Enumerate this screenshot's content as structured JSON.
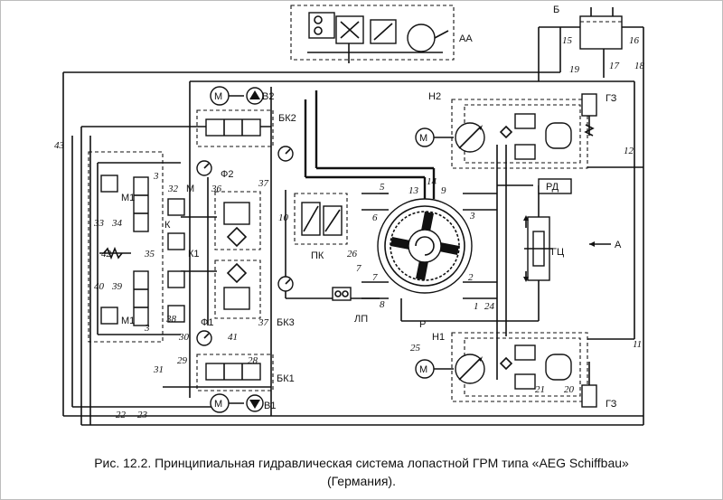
{
  "caption": {
    "line1": "Рис. 12.2. Принципиальная гидравлическая система лопастной ГРМ типа «AEG Schiffbau»",
    "line2": "(Германия)."
  },
  "labels": {
    "AA": "АА",
    "B": "Б",
    "n15": "15",
    "n16": "16",
    "n17": "17",
    "n18": "18",
    "n19": "19",
    "BK2": "БК2",
    "H2": "Н2",
    "G3top": "ГЗ",
    "n12": "12",
    "M_b2": "М",
    "B2": "В2",
    "n43": "43",
    "n3a": "3",
    "M1a": "М1",
    "n32": "32",
    "Mlbl": "М",
    "F2": "Ф2",
    "n36": "36",
    "n37a": "37",
    "n33": "33",
    "n34": "34",
    "K": "К",
    "K1": "К1",
    "n35": "35",
    "n42": "42",
    "n40": "40",
    "n39": "39",
    "M1b": "М1",
    "n3b": "3",
    "n38": "38",
    "F1": "Ф1",
    "n37b": "37",
    "BK3": "БК3",
    "n30": "30",
    "n41": "41",
    "n29": "29",
    "n28": "28",
    "BK1": "БК1",
    "M_b1": "М",
    "B1": "В1",
    "n31": "31",
    "n22": "22",
    "n23": "23",
    "n10": "10",
    "PK": "ПК",
    "n5": "5",
    "n6": "6",
    "n13": "13",
    "n14": "14",
    "n9": "9",
    "n3c": "3",
    "n26": "26",
    "n7a": "7",
    "n7b": "7",
    "n2": "2",
    "n8": "8",
    "n1": "1",
    "n24": "24",
    "LP": "ЛП",
    "P": "Р",
    "n25": "25",
    "RD": "РД",
    "GC": "ГЦ",
    "A": "А",
    "H1": "Н1",
    "n11": "11",
    "M_h1": "М",
    "n21": "21",
    "n20": "20",
    "G3bot": "ГЗ",
    "M_h2": "М"
  }
}
